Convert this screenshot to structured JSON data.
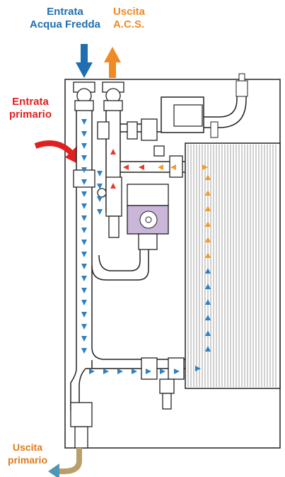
{
  "labels": {
    "cold_in": {
      "line1": "Entrata",
      "line2": "Acqua Fredda",
      "color": "#1f6fb0"
    },
    "acs_out": {
      "line1": "Uscita",
      "line2": "A.C.S.",
      "color": "#f08a24"
    },
    "prim_in": {
      "line1": "Entrata",
      "line2": "primario",
      "color": "#e0201f"
    },
    "prim_out": {
      "line1": "Uscita",
      "line2": "primario",
      "color": "#e07a1a"
    }
  },
  "colors": {
    "cold": "#2f80c0",
    "hot": "#f39a2d",
    "primary": "#e33b2b",
    "line": "#222222",
    "panel": "#ffffff"
  },
  "icons": [
    "arrow-down-icon",
    "arrow-up-icon",
    "curved-arrow-icon"
  ]
}
